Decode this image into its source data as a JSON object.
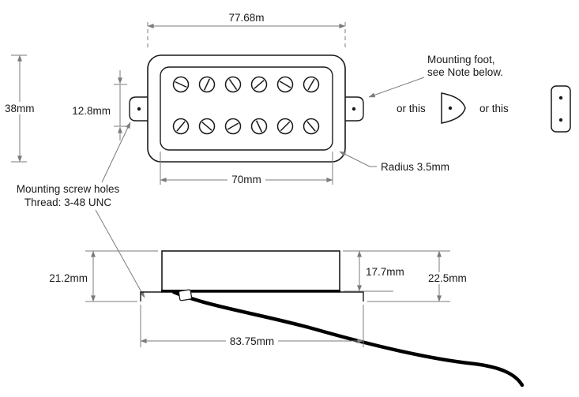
{
  "top_view": {
    "width_label": "77.68m",
    "height_label": "38mm",
    "pole_spacing_label": "12.8mm",
    "inner_width_label": "70mm",
    "radius_label": "Radius 3.5mm"
  },
  "notes": {
    "mounting_foot_1": "Mounting foot,",
    "mounting_foot_2": "see Note below.",
    "or_this_a": "or this",
    "or_this_b": "or this",
    "screw_holes_1": "Mounting screw holes",
    "screw_holes_2": "Thread: 3-48 UNC"
  },
  "side_view": {
    "left_height_label": "21.2mm",
    "body_height_label": "17.7mm",
    "total_height_label": "22.5mm",
    "base_width_label": "83.75mm"
  }
}
